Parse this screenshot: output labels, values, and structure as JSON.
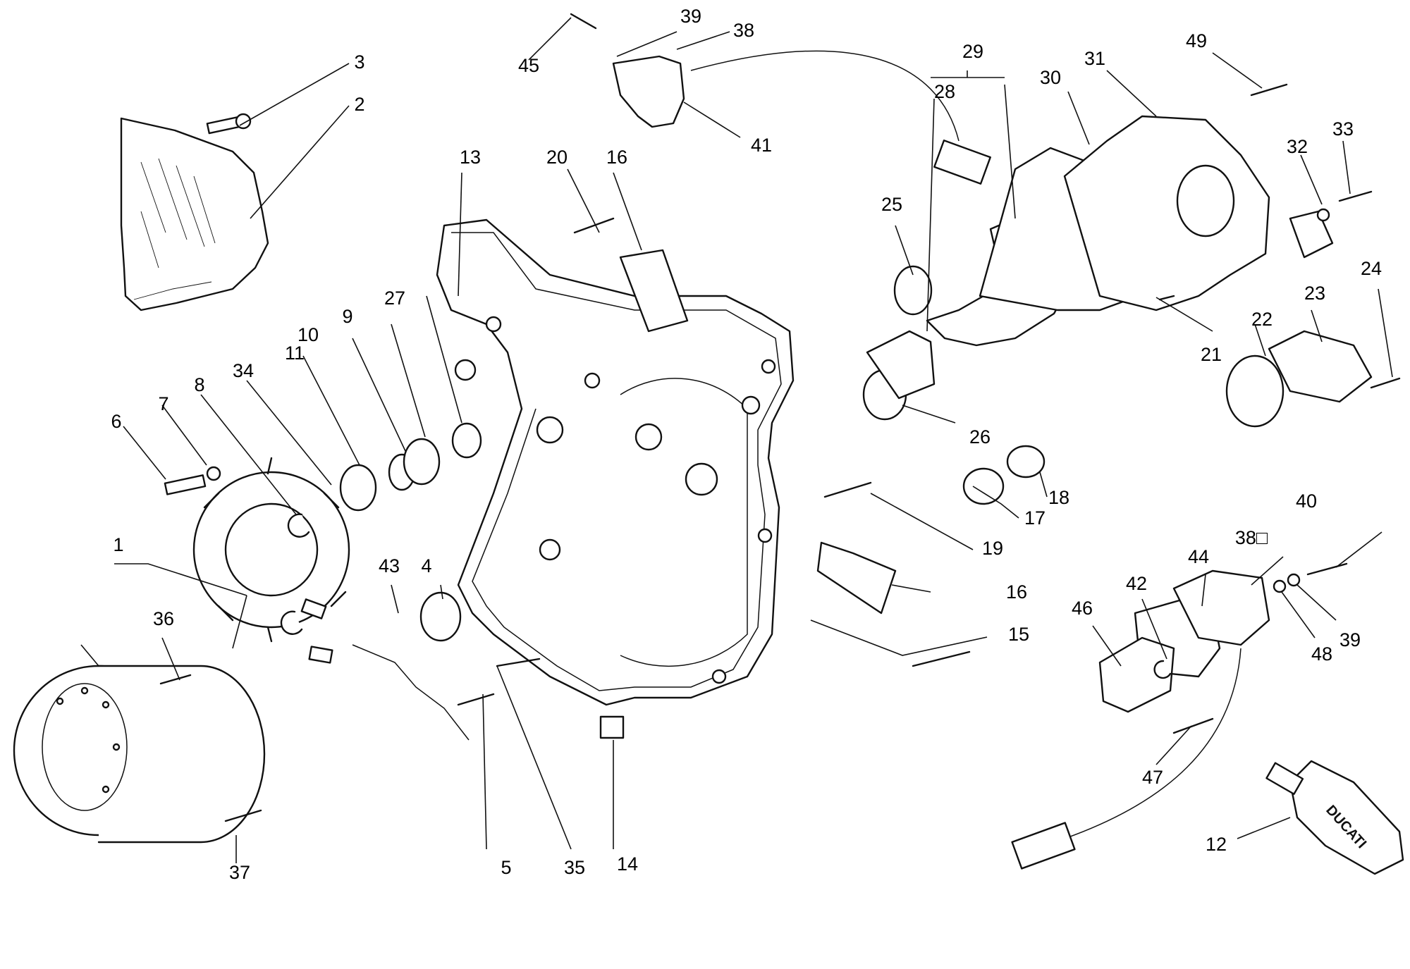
{
  "diagram": {
    "type": "exploded-parts-view",
    "callout_numbers": [
      "1",
      "2",
      "3",
      "4",
      "5",
      "6",
      "7",
      "8",
      "9",
      "10",
      "11",
      "12",
      "13",
      "14",
      "15",
      "16",
      "17",
      "18",
      "19",
      "20",
      "21",
      "22",
      "23",
      "24",
      "25",
      "26",
      "27",
      "28",
      "29",
      "30",
      "31",
      "32",
      "33",
      "34",
      "35",
      "36",
      "37",
      "38",
      "39",
      "40",
      "41",
      "42",
      "43",
      "44",
      "45",
      "46",
      "47",
      "48",
      "49"
    ],
    "labels": {
      "c1": "1",
      "c2": "2",
      "c3": "3",
      "c4": "4",
      "c5": "5",
      "c6": "6",
      "c7": "7",
      "c8": "8",
      "c9": "9",
      "c10": "10",
      "c11": "11",
      "c12": "12",
      "c13": "13",
      "c14": "14",
      "c15": "15",
      "c16a": "16",
      "c16b": "16",
      "c17": "17",
      "c18": "18",
      "c19": "19",
      "c20": "20",
      "c21": "21",
      "c22": "22",
      "c23": "23",
      "c24": "24",
      "c25": "25",
      "c26": "26",
      "c27": "27",
      "c28": "28",
      "c29": "29",
      "c30": "30",
      "c31": "31",
      "c32": "32",
      "c33": "33",
      "c34": "34",
      "c35": "35",
      "c36": "36",
      "c37": "37",
      "c38a": "38",
      "c38b": "38□",
      "c39a": "39",
      "c39b": "39",
      "c40": "40",
      "c41": "41",
      "c42": "42",
      "c43": "43",
      "c44": "44",
      "c45": "45",
      "c46": "46",
      "c47": "47",
      "c48": "48",
      "c49": "49"
    },
    "tube_brand": "DUCATI"
  }
}
